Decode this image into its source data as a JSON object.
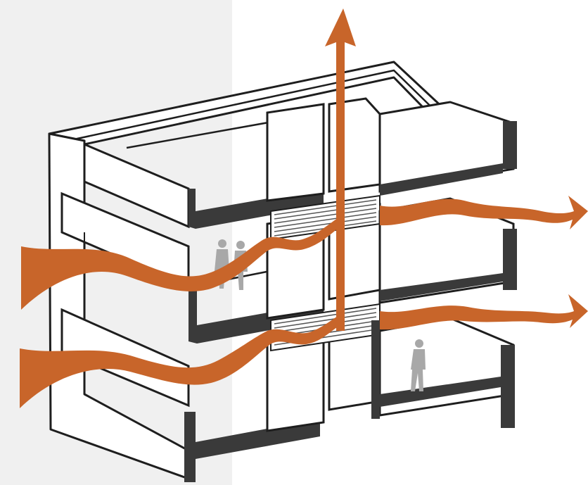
{
  "diagram": {
    "title": "",
    "colors": {
      "background": "#ffffff",
      "left_panel": "#f0f0f0",
      "airflow": "#c8652a",
      "structure": "#3a3a3a",
      "outline": "#1e1e1e",
      "person": "#a8a8a8",
      "hatch": "#555555"
    },
    "icons": {
      "airflow_arrow": "airflow-arrow-icon",
      "person": "person-icon"
    },
    "people_count": 3,
    "inflow_arrows": 2,
    "outflow_arrows": 2,
    "stack_exhaust_arrows": 1
  }
}
